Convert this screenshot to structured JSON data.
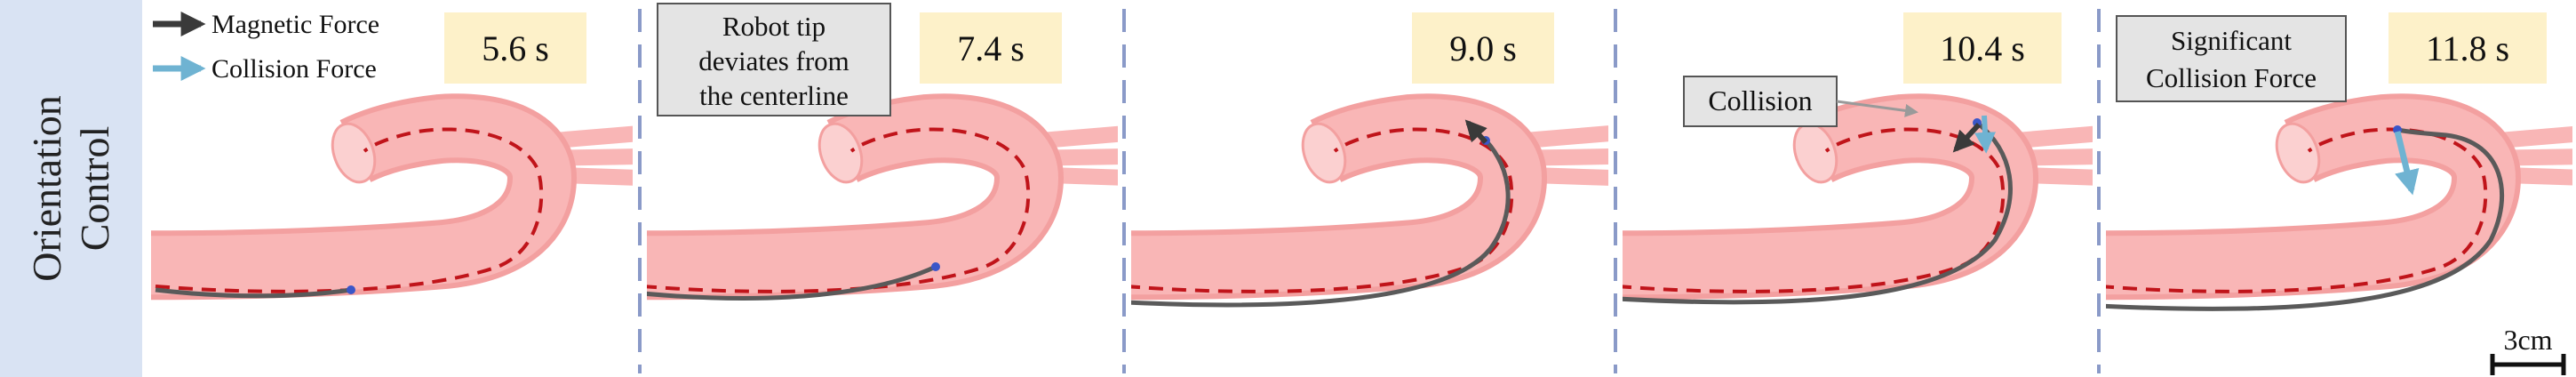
{
  "row_label": {
    "line1": "Orientation",
    "line2": "Control"
  },
  "legend": {
    "magnetic": {
      "label": "Magnetic Force",
      "color": "#3a3a3a"
    },
    "collision": {
      "label": "Collision Force",
      "color": "#6fb3d2"
    }
  },
  "colors": {
    "vessel": "#f9b6b6",
    "vessel_edge": "#f3a0a0",
    "vessel_end": "#fbd0d0",
    "centerline": "#c0141a",
    "catheter": "#5a5a5a",
    "tip": "#3a56c8",
    "divider": "#8a9ac8",
    "time_bg": "#fdf1c9",
    "callout_bg": "#e4e4e4",
    "row_label_bg": "#d9e3f3"
  },
  "panels": [
    {
      "time": "5.6 s"
    },
    {
      "time": "7.4 s",
      "callout": [
        "Robot tip",
        "deviates from",
        "the centerline"
      ]
    },
    {
      "time": "9.0 s"
    },
    {
      "time": "10.4 s",
      "callout": [
        "Collision"
      ]
    },
    {
      "time": "11.8 s",
      "callout": [
        "Significant",
        "Collision Force"
      ]
    }
  ],
  "scale_bar": {
    "label": "3cm"
  }
}
